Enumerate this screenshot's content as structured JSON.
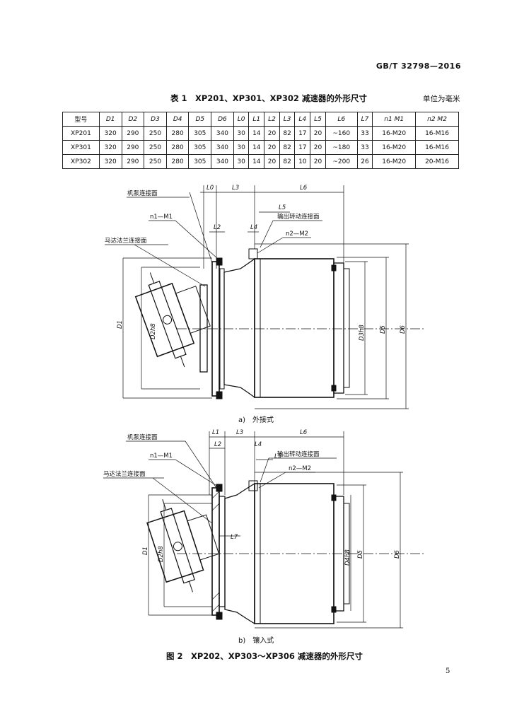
{
  "header": {
    "standard_no": "GB/T 32798—2016"
  },
  "table1": {
    "caption": "表 1　XP201、XP301、XP302 减速器的外形尺寸",
    "unit": "单位为毫米",
    "columns": [
      "型号",
      "D1",
      "D2",
      "D3",
      "D4",
      "D5",
      "D6",
      "L0",
      "L1",
      "L2",
      "L3",
      "L4",
      "L5",
      "L6",
      "L7",
      "n1 M1",
      "n2 M2"
    ],
    "rows": [
      [
        "XP201",
        "320",
        "290",
        "250",
        "280",
        "305",
        "340",
        "30",
        "14",
        "20",
        "82",
        "17",
        "20",
        "~160",
        "33",
        "16-M20",
        "16-M16"
      ],
      [
        "XP301",
        "320",
        "290",
        "250",
        "280",
        "305",
        "340",
        "30",
        "14",
        "20",
        "82",
        "17",
        "20",
        "~180",
        "33",
        "16-M20",
        "16-M16"
      ],
      [
        "XP302",
        "320",
        "290",
        "250",
        "280",
        "305",
        "340",
        "30",
        "14",
        "20",
        "82",
        "10",
        "20",
        "~200",
        "26",
        "16-M20",
        "20-M16"
      ]
    ]
  },
  "figure_a": {
    "labels": {
      "pump_face": "机泵连接面",
      "n1m1": "n1—M1",
      "motor_flange": "马达法兰连接面",
      "output_face": "输出转动连接面",
      "n2m2": "n2—M2",
      "L0": "L0",
      "L3": "L3",
      "L6": "L6",
      "L5": "L5",
      "L2": "L2",
      "L4": "L4",
      "D1": "D1",
      "D2h8": "D2h8",
      "D3h8": "D3h8",
      "D5": "D5",
      "D6": "D6"
    },
    "caption": "a)　外接式"
  },
  "figure_b": {
    "labels": {
      "pump_face": "机泵连接面",
      "n1m1": "n1—M1",
      "motor_flange": "马达法兰连接面",
      "output_face": "输出转动连接面",
      "n2m2": "n2—M2",
      "L1": "L1",
      "L2": "L2",
      "L3": "L3",
      "L6": "L6",
      "L4": "L4",
      "L5": "L5",
      "L7": "L7",
      "D1": "D1",
      "D2h8": "D2h8",
      "D4h8": "D4h8",
      "D5": "D5",
      "D6": "D6"
    },
    "caption": "b)　镶入式"
  },
  "figure_caption": "图 2　XP202、XP303～XP306 减速器的外形尺寸",
  "page_number": "5"
}
